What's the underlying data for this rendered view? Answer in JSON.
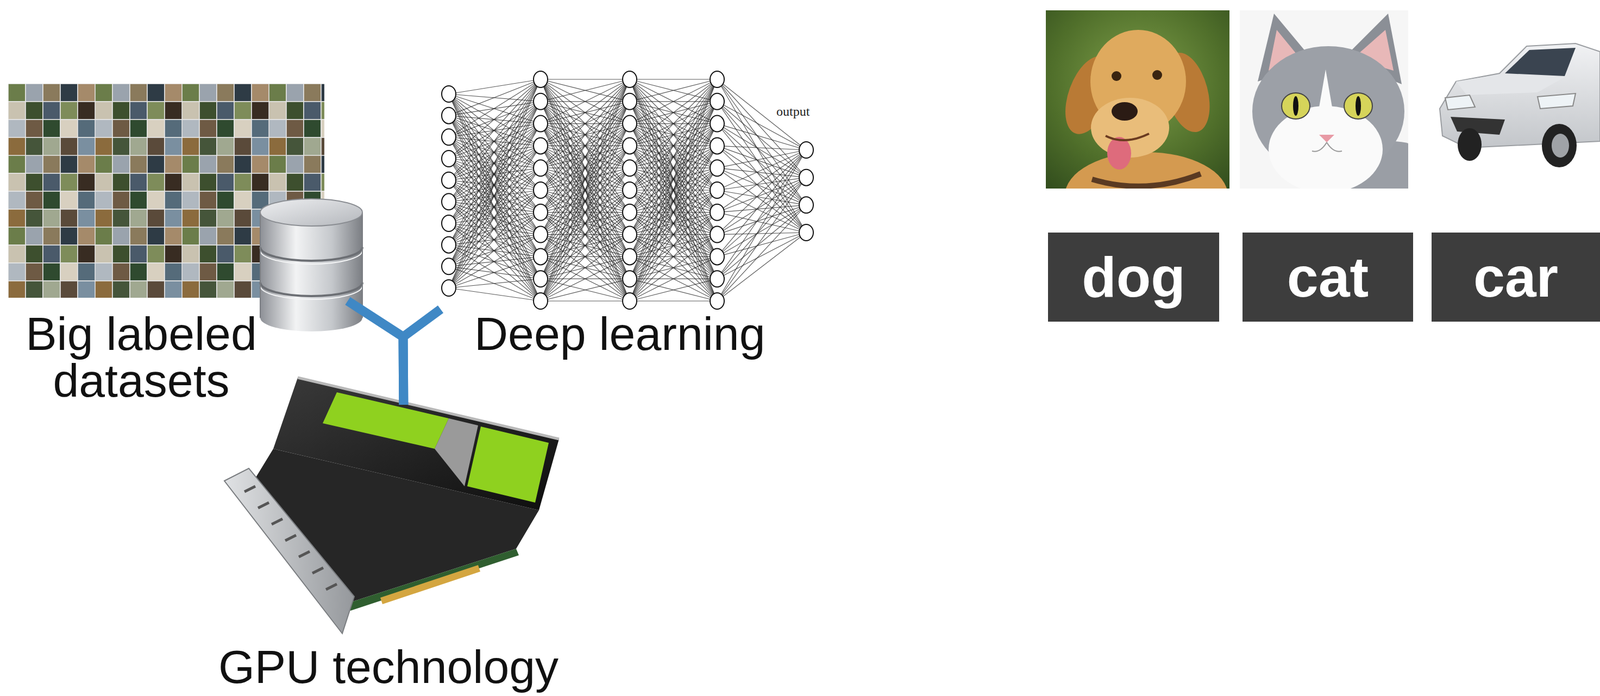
{
  "diagram": {
    "nodes": [
      {
        "text": [
          "Big labeled datasets"
        ]
      },
      {
        "text": [
          "Deep learning"
        ]
      },
      {
        "text": [
          "GPU technology"
        ]
      },
      {
        "text": [
          "dog"
        ]
      },
      {
        "text": [
          "cat"
        ]
      },
      {
        "text": [
          "car"
        ]
      }
    ],
    "edges": [
      {
        "from": 0,
        "to": 2,
        "arrow": "none"
      },
      {
        "from": 1,
        "to": 2,
        "arrow": "none"
      }
    ],
    "labels": [
      "output"
    ]
  }
}
